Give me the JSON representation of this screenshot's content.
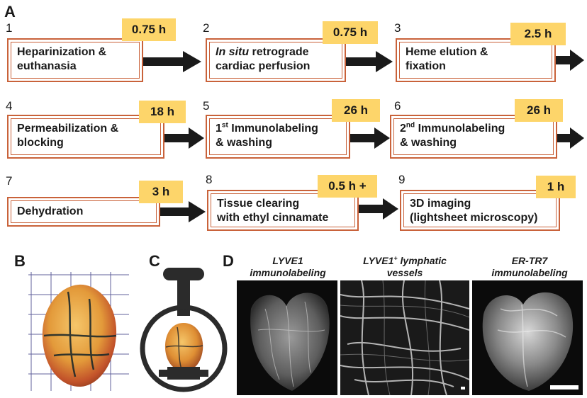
{
  "panels": {
    "a": "A",
    "b": "B",
    "c": "C",
    "d": "D"
  },
  "steps": [
    {
      "num": "1",
      "time": "0.75 h",
      "lines": [
        "Heparinization &",
        "euthanasia"
      ]
    },
    {
      "num": "2",
      "time": "0.75 h",
      "line1_italic": "In situ",
      "line1_rest": " retrograde",
      "line2": "cardiac perfusion"
    },
    {
      "num": "3",
      "time": "2.5 h",
      "lines": [
        "Heme elution &",
        "fixation"
      ]
    },
    {
      "num": "4",
      "time": "18 h",
      "lines": [
        "Permeabilization &",
        "blocking"
      ]
    },
    {
      "num": "5",
      "time": "26 h",
      "sup": "st",
      "line1_pre": "1",
      "line1_post": " Immunolabeling",
      "line2": "& washing"
    },
    {
      "num": "6",
      "time": "26 h",
      "sup": "nd",
      "line1_pre": "2",
      "line1_post": " Immunolabeling",
      "line2": "& washing"
    },
    {
      "num": "7",
      "time": "3 h",
      "lines": [
        "Dehydration"
      ]
    },
    {
      "num": "8",
      "time": "0.5 h +",
      "lines": [
        "Tissue clearing",
        "with ethyl cinnamate"
      ]
    },
    {
      "num": "9",
      "time": "1 h",
      "lines": [
        "3D imaging",
        "(lightsheet microscopy)"
      ]
    }
  ],
  "captions": {
    "d1": [
      "LYVE1",
      "immunolabeling"
    ],
    "d2_pre": "LYVE1",
    "d2_sup": "+",
    "d2_post": " lymphatic",
    "d2_line2": "vessels",
    "d3": [
      "ER-TR7",
      "immunolabeling"
    ]
  },
  "colors": {
    "box_border": "#c9623a",
    "badge": "#fdd56a",
    "arrow": "#1a1a1a"
  }
}
